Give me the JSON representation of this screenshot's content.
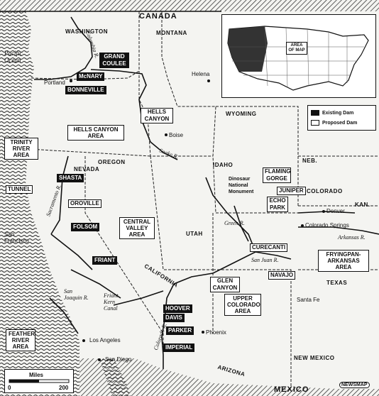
{
  "countries": {
    "canada": "CANADA",
    "mexico": "MEXICO"
  },
  "states": {
    "washington": "WASHINGTON",
    "montana": "MONTANA",
    "wyoming": "WYOMING",
    "idaho": "IDAHO",
    "oregon": "OREGON",
    "nevada": "NEVADA",
    "utah": "UTAH",
    "colorado": "COLORADO",
    "california": "CALIFORNIA",
    "arizona": "ARIZONA",
    "new_mexico": "NEW MEXICO",
    "texas": "TEXAS",
    "nebraska": "NEB.",
    "kansas": "KAN."
  },
  "water": {
    "pacific": "Pacific Ocean"
  },
  "cities": {
    "helena": "Helena",
    "portland": "Portland",
    "boise": "Boise",
    "denver": "Denver",
    "colorado_springs": "Colorado Springs",
    "san_francisco": "San Francisco",
    "los_angeles": "Los Angeles",
    "san_diego": "San Diego",
    "phoenix": "Phoenix",
    "santa_fe": "Santa Fe"
  },
  "rivers": {
    "columbia": "Columbia R.",
    "snake": "Snake R.",
    "sacramento": "Sacramento R.",
    "san_joaquin": "San Joaquin R.",
    "green": "Green R.",
    "san_juan": "San Juan R.",
    "colorado": "Colorado R.",
    "arkansas": "Arkansas R."
  },
  "canal": "Friant Kern Canal",
  "monument": "Dinosaur National Monument",
  "dams": {
    "existing": {
      "grand_coulee": "GRAND COULEE",
      "mcnary": "McNARY",
      "bonneville": "BONNEVILLE",
      "shasta": "SHASTA",
      "folsom": "FOLSOM",
      "friant": "FRIANT",
      "hoover": "HOOVER",
      "davis": "DAVIS",
      "parker": "PARKER",
      "imperial": "IMPERIAL"
    },
    "proposed": {
      "hells_canyon": "HELLS CANYON",
      "tunnel": "TUNNEL",
      "oroville": "OROVILLE",
      "flaming_gorge": "FLAMING GORGE",
      "juniper": "JUNIPER",
      "echo_park": "ECHO PARK",
      "curecanti": "CURECANTI",
      "navajo": "NAVAJO",
      "glen_canyon": "GLEN CANYON"
    }
  },
  "areas": {
    "hells_canyon": "HELLS CANYON AREA",
    "trinity": "TRINITY RIVER AREA",
    "central_valley": "CENTRAL VALLEY AREA",
    "feather": "FEATHER RIVER AREA",
    "upper_colorado": "UPPER COLORADO AREA",
    "fryingpan": "FRYINGPAN-ARKANSAS AREA"
  },
  "legend": {
    "existing": "Existing Dam",
    "proposed": "Proposed Dam"
  },
  "inset": {
    "label": "AREA OF MAP"
  },
  "scale": {
    "title": "Miles",
    "min": "0",
    "max": "200"
  },
  "credit": "NEWSMAP"
}
